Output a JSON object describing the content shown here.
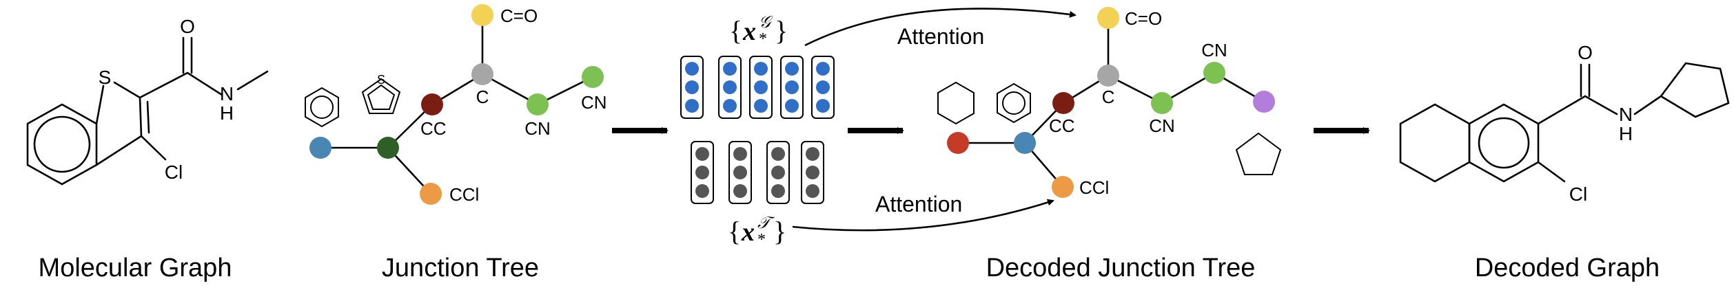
{
  "captions": {
    "molecular_graph": "Molecular Graph",
    "junction_tree": "Junction Tree",
    "decoded_junction_tree": "Decoded Junction Tree",
    "decoded_graph": "Decoded Graph"
  },
  "atoms": {
    "S": "S",
    "O": "O",
    "H": "H",
    "N": "N",
    "Cl": "Cl"
  },
  "tree_labels": {
    "co": "C=O",
    "c": "C",
    "cc": "CC",
    "cn": "CN",
    "ccl": "CCl",
    "s": "S"
  },
  "attention_top": "Attention",
  "attention_bottom": "Attention",
  "colors": {
    "yellow": "#f2d154",
    "gray": "#a6a6a6",
    "dark_red": "#7a1d12",
    "green": "#7cc152",
    "dark_green": "#2e5f26",
    "blue_gray": "#4a86b4",
    "orange": "#ec9a43",
    "red": "#c63b25",
    "purple": "#b27ddb",
    "vec_blue": "#2f6fc8",
    "vec_gray": "#555555"
  }
}
